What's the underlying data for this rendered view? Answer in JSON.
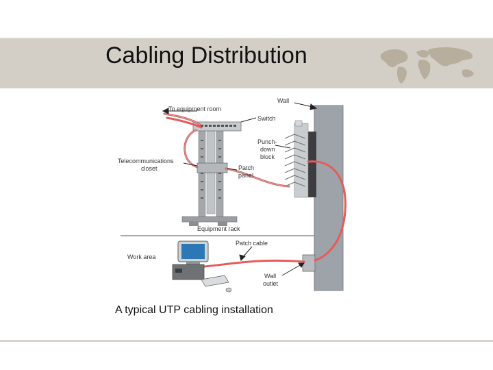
{
  "slide": {
    "title": "Cabling Distribution",
    "caption": "A typical UTP cabling installation",
    "colors": {
      "title_band": "#d4cfc6",
      "cable": "#e65a5a",
      "rack": "#a4a8ab",
      "wall": "#9ea3a9"
    },
    "decor_icon": "world-map-icon"
  },
  "diagram": {
    "labels": {
      "equipment_room": "To equipment room",
      "wall": "Wall",
      "switch": "Switch",
      "punch_line1": "Punch-",
      "punch_line2": "down",
      "punch_line3": "block",
      "telecom_line1": "Telecommunications",
      "telecom_line2": "closet",
      "patch_line1": "Patch",
      "patch_line2": "panel",
      "equipment_rack": "Equipment rack",
      "patch_cable": "Patch cable",
      "work_area": "Work area",
      "outlet_line1": "Wall",
      "outlet_line2": "outlet"
    }
  }
}
